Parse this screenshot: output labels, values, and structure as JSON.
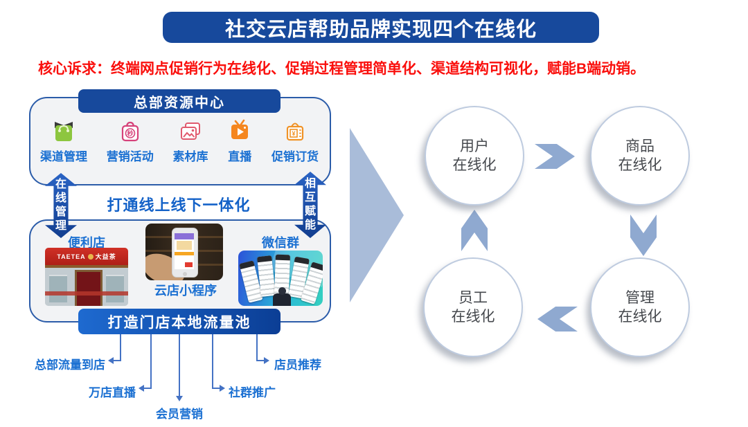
{
  "title": "社交云店帮助品牌实现四个在线化",
  "subtitle": "核心诉求：终端网点促销行为在线化、促销过程管理简单化、渠道结构可视化，赋能B端动销。",
  "left_panel": {
    "hq_banner": "总部资源中心",
    "resources": [
      {
        "label": "渠道管理",
        "icon": "green-shopping-bag-icon",
        "color": "#8DC63F"
      },
      {
        "label": "营销活动",
        "icon": "seckill-bag-icon",
        "color": "#D6427A"
      },
      {
        "label": "素材库",
        "icon": "photo-gallery-icon",
        "color": "#E05A6E"
      },
      {
        "label": "直播",
        "icon": "live-tv-icon",
        "color": "#F5861F"
      },
      {
        "label": "促销订货",
        "icon": "order-money-bag-icon",
        "color": "#F09226"
      }
    ],
    "left_arrow_label": "在线管理",
    "right_arrow_label": "相互赋能",
    "integration_bar": "打通线上线下一体化",
    "stores": {
      "store_caption": "便利店",
      "store_sign_en": "TAETEA",
      "store_sign_cn": "大益茶",
      "miniprogram_caption": "云店小程序",
      "wechat_caption": "微信群"
    },
    "local_banner": "打造门店本地流量池",
    "traffic_labels": [
      "总部流量到店",
      "万店直播",
      "会员营销",
      "社群推广",
      "店员推荐"
    ]
  },
  "cycle": {
    "nodes": [
      {
        "line1": "用户",
        "line2": "在线化"
      },
      {
        "line1": "商品",
        "line2": "在线化"
      },
      {
        "line1": "管理",
        "line2": "在线化"
      },
      {
        "line1": "员工",
        "line2": "在线化"
      }
    ]
  },
  "colors": {
    "banner_blue": "#17499C",
    "label_blue": "#1B70D2",
    "subtitle_red": "#FA0F0C",
    "line_blue": "#4472C4",
    "shape_blue": "#A9BCD9",
    "chevron_blue": "#8FA9D0",
    "panel_fill": "#F2F3F5",
    "panel_border": "#2B5CA9"
  }
}
